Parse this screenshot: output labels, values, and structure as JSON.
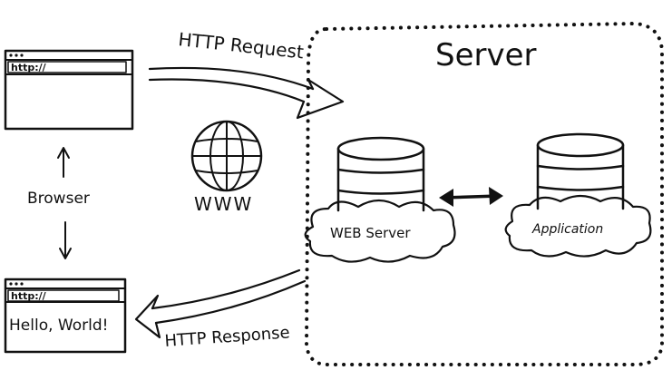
{
  "diagram": {
    "labels": {
      "http_request": "HTTP Request",
      "http_response": "HTTP Response",
      "server_title": "Server",
      "browser": "Browser",
      "www": "WWW",
      "web_server": "WEB Server",
      "application": "Application"
    },
    "browser_windows": [
      {
        "url": "http://",
        "content": ""
      },
      {
        "url": "http://",
        "content": "Hello, World!"
      }
    ],
    "icons": {
      "globe": "globe-icon",
      "database": "database-icon",
      "cloud": "cloud-icon",
      "arrow": "arrow-icon"
    },
    "colors": {
      "ink": "#111111",
      "background": "#ffffff"
    }
  }
}
